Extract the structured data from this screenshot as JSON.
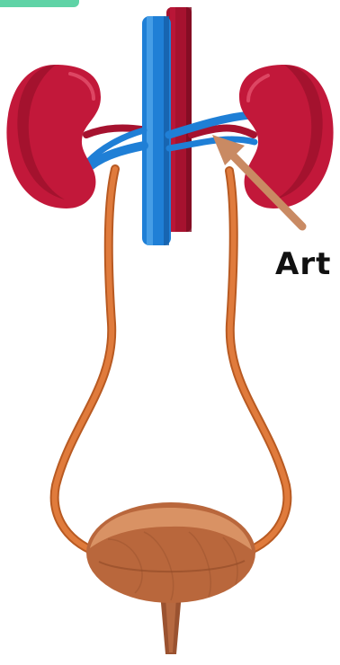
{
  "diagram": {
    "label_text": "Art",
    "colors": {
      "kidney": "#c2183a",
      "kidney_dark": "#8c0f25",
      "artery": "#a6122f",
      "vein": "#1f7fd6",
      "vein_dark": "#155fa8",
      "ureter": "#e07b3c",
      "ureter_outline": "#b85a22",
      "bladder": "#b9673c",
      "bladder_light": "#d99264",
      "pointer": "#c98a63",
      "corner_tab": "#5fd3a6"
    },
    "icons": [
      "kidney-left",
      "kidney-right",
      "aorta",
      "vena-cava",
      "ureter-left",
      "ureter-right",
      "bladder",
      "pointer-arrow"
    ]
  }
}
